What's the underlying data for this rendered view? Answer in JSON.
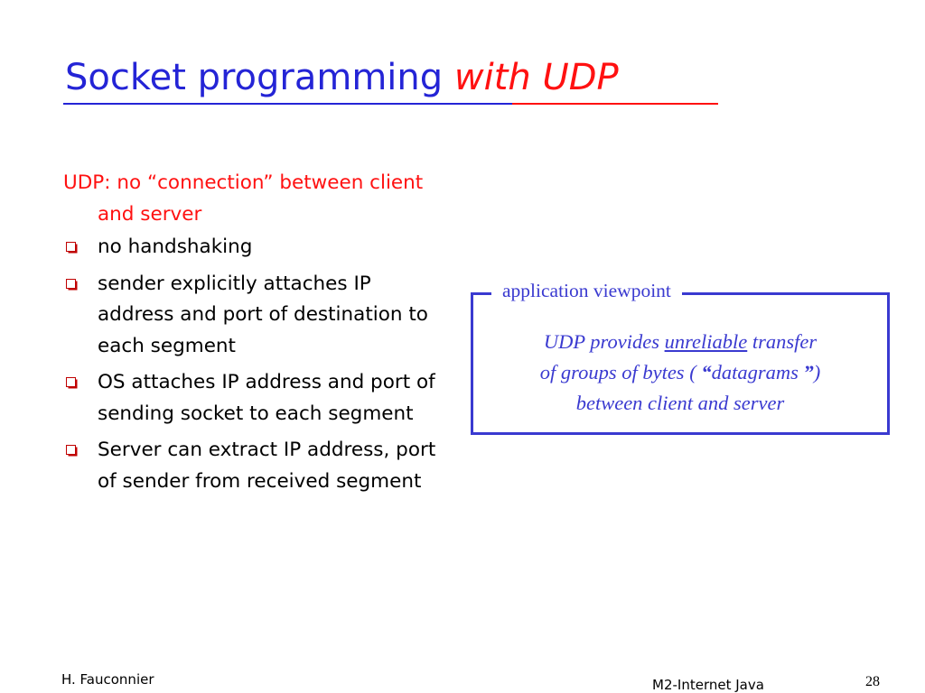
{
  "slide": {
    "title": {
      "main": "Socket programming ",
      "accent": "with UDP"
    },
    "intro": "UDP: no “connection” between client and server",
    "bullets": [
      "no handshaking",
      "sender explicitly attaches IP address and port of destination to each segment",
      "OS attaches IP address and port of sending socket to each segment",
      "Server can extract IP address, port of sender from received segment"
    ],
    "viewpoint_box": {
      "legend": "application viewpoint",
      "line1_pre": "UDP provides ",
      "line1_underlined": "unreliable",
      "line1_post": " transfer",
      "line2_pre": "of groups of bytes ( ",
      "open_quote": "“",
      "line2_word": "datagrams ",
      "close_quote": "”",
      "line2_post": ")",
      "line3": "between client and server"
    },
    "footer": {
      "author": "H. Fauconnier",
      "course": "M2-Internet Java",
      "page_number": "28"
    }
  },
  "colors": {
    "title_blue": "#2424d6",
    "accent_red": "#ff1111",
    "box_blue": "#3a3ad0",
    "bullet_red": "#c00000"
  },
  "icons": {
    "bullet": "hollow-square-bullet-icon"
  }
}
